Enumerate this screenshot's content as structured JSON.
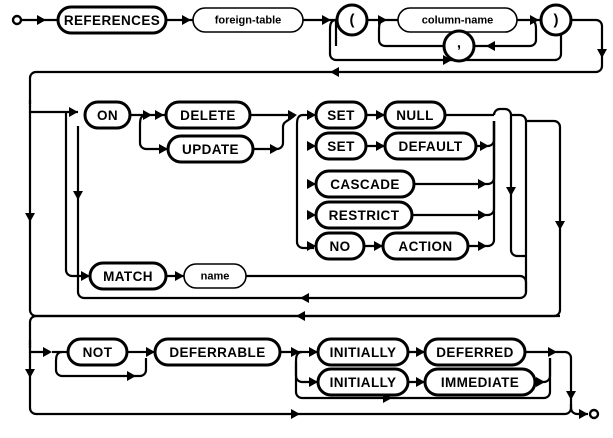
{
  "diagram": {
    "kind": "railroad-syntax-diagram",
    "title": "REFERENCES clause syntax",
    "background": "#ffffff",
    "line_color": "#000000",
    "rows": [
      {
        "id": "row-references",
        "tokens": [
          "REFERENCES",
          "foreign-table",
          "(",
          "column-name",
          ",",
          ")"
        ]
      },
      {
        "id": "row-on-action",
        "tokens": [
          "ON",
          "DELETE",
          "UPDATE",
          "SET",
          "NULL",
          "SET",
          "DEFAULT",
          "CASCADE",
          "RESTRICT",
          "NO",
          "ACTION",
          "MATCH",
          "name"
        ]
      },
      {
        "id": "row-deferrable",
        "tokens": [
          "NOT",
          "DEFERRABLE",
          "INITIALLY",
          "DEFERRED",
          "INITIALLY",
          "IMMEDIATE"
        ]
      }
    ],
    "terminals": {
      "references": "REFERENCES",
      "on": "ON",
      "delete": "DELETE",
      "update": "UPDATE",
      "set_1": "SET",
      "null": "NULL",
      "set_2": "SET",
      "default": "DEFAULT",
      "cascade": "CASCADE",
      "restrict": "RESTRICT",
      "no": "NO",
      "action": "ACTION",
      "match": "MATCH",
      "not": "NOT",
      "deferrable": "DEFERRABLE",
      "initially_1": "INITIALLY",
      "deferred": "DEFERRED",
      "initially_2": "INITIALLY",
      "immediate": "IMMEDIATE"
    },
    "nonterminals": {
      "foreign_table": "foreign-table",
      "column_name": "column-name",
      "name": "name"
    },
    "punctuation": {
      "lparen": "(",
      "rparen": ")",
      "comma": ","
    }
  }
}
